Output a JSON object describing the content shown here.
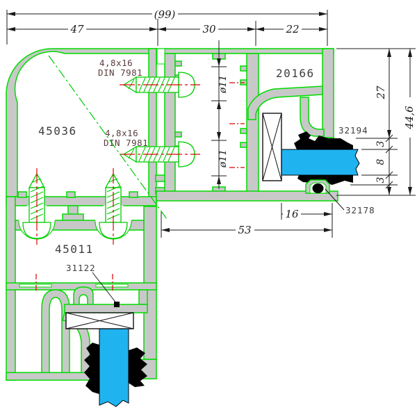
{
  "drawing": {
    "type": "aluminium window corner cross-section",
    "colors": {
      "profile_outline": "#00db00",
      "profile_fill": "#c8c8c8",
      "glass": "#1fb3f0",
      "gasket": "#000000",
      "centerline": "#e00000",
      "dimension": "#1a1a1a",
      "background": "#ffffff"
    }
  },
  "labels": {
    "corner_profile": "45036",
    "bottom_profile": "45011",
    "bead_profile": "20166",
    "gasket_outer": "32194",
    "gasket_inner": "32178",
    "support_part": "31122",
    "screw_size": "4,8x16",
    "screw_din": "DIN 7981"
  },
  "dims": {
    "overall_width": "(99)",
    "seg_left": "47",
    "seg_mid": "30",
    "seg_right": "22",
    "right_top": "27",
    "right_total": "44,6",
    "gasket_t1": "3",
    "glass_t": "8",
    "gasket_t2": "3",
    "bottom_span": "53",
    "rebate": "16",
    "hole_dia": "ø11"
  }
}
